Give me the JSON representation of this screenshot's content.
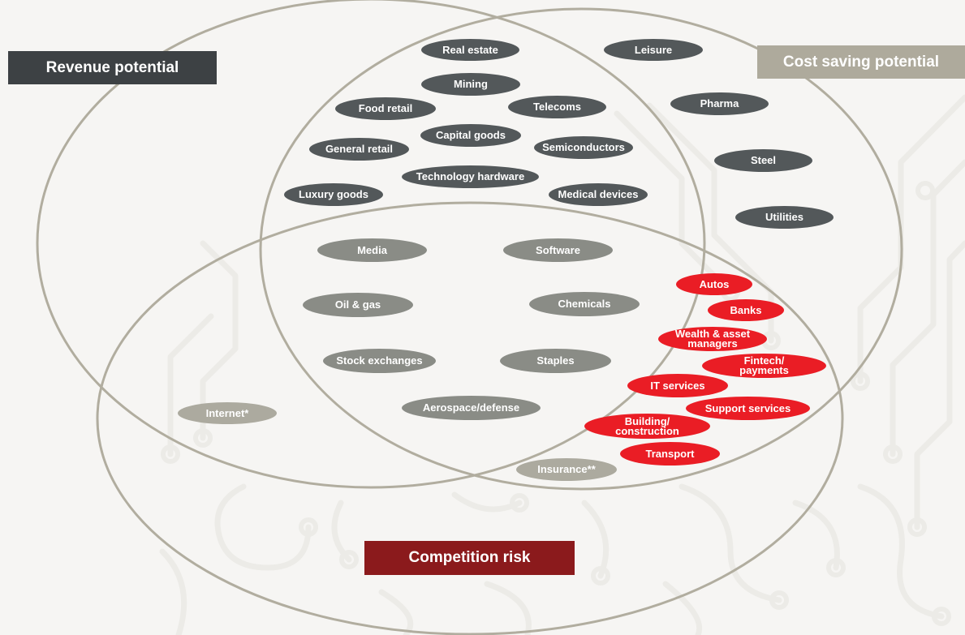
{
  "labels": {
    "revenue": "Revenue potential",
    "cost": "Cost saving potential",
    "competition": "Competition risk"
  },
  "colors": {
    "revenue_box": "#3d4144",
    "cost_box": "#aeaa9c",
    "competition_box": "#8b1a1c",
    "circle_stroke": "#b1ad9f",
    "chip_dark": "#53585a",
    "chip_mid": "#8a8c86",
    "chip_light": "#acaa9f",
    "chip_red": "#ea1d25"
  },
  "sectors": {
    "real_estate": "Real estate",
    "leisure": "Leisure",
    "mining": "Mining",
    "food_retail": "Food retail",
    "telecoms": "Telecoms",
    "pharma": "Pharma",
    "capital_goods": "Capital goods",
    "general_retail": "General retail",
    "semiconductors": "Semiconductors",
    "steel": "Steel",
    "technology_hardware": "Technology hardware",
    "luxury_goods": "Luxury goods",
    "medical_devices": "Medical devices",
    "utilities": "Utilities",
    "media": "Media",
    "software": "Software",
    "oil_gas": "Oil & gas",
    "chemicals": "Chemicals",
    "autos": "Autos",
    "banks": "Banks",
    "wealth_line1": "Wealth & asset",
    "wealth_line2": "managers",
    "stock_exchanges": "Stock exchanges",
    "staples": "Staples",
    "fintech_line1": "Fintech/",
    "fintech_line2": "payments",
    "it_services": "IT services",
    "internet": "Internet*",
    "aerospace": "Aerospace/defense",
    "support_services": "Support services",
    "building_line1": "Building/",
    "building_line2": "construction",
    "transport": "Transport",
    "insurance": "Insurance**"
  }
}
